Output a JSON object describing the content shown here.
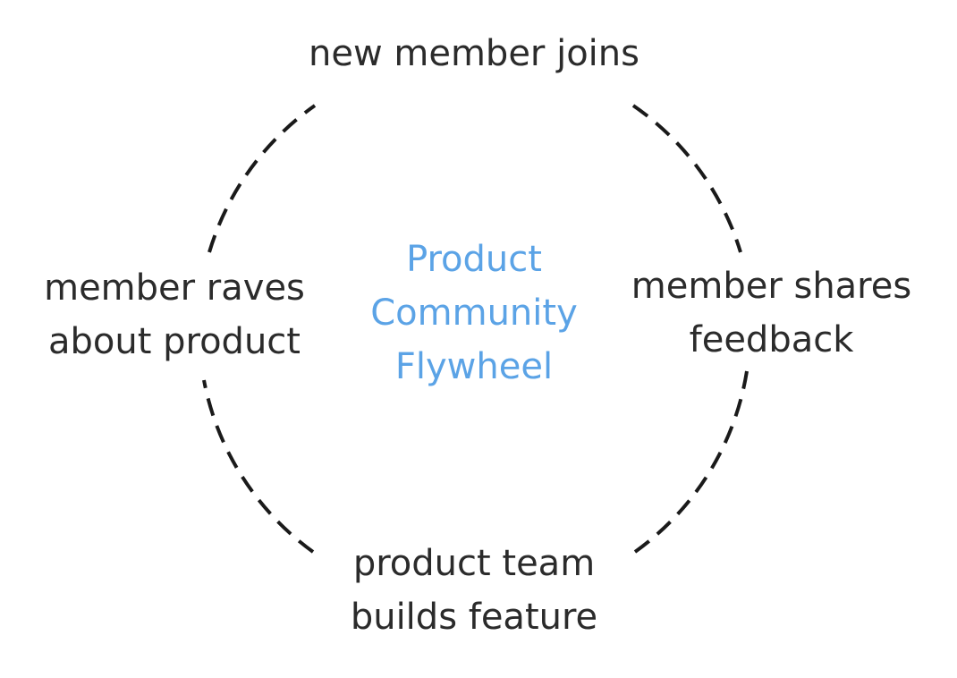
{
  "diagram": {
    "center_title": {
      "lines": [
        "Product",
        "Community",
        "Flywheel"
      ]
    },
    "nodes": {
      "top": {
        "lines": [
          "new member joins"
        ]
      },
      "right": {
        "lines": [
          "member shares",
          "feedback"
        ]
      },
      "bottom": {
        "lines": [
          "product team",
          "builds feature"
        ]
      },
      "left": {
        "lines": [
          "member raves",
          "about product"
        ]
      }
    },
    "colors": {
      "center_text": "#5ba3e6",
      "node_text": "#2b2b2b",
      "arc": "#1a1a1a"
    }
  }
}
